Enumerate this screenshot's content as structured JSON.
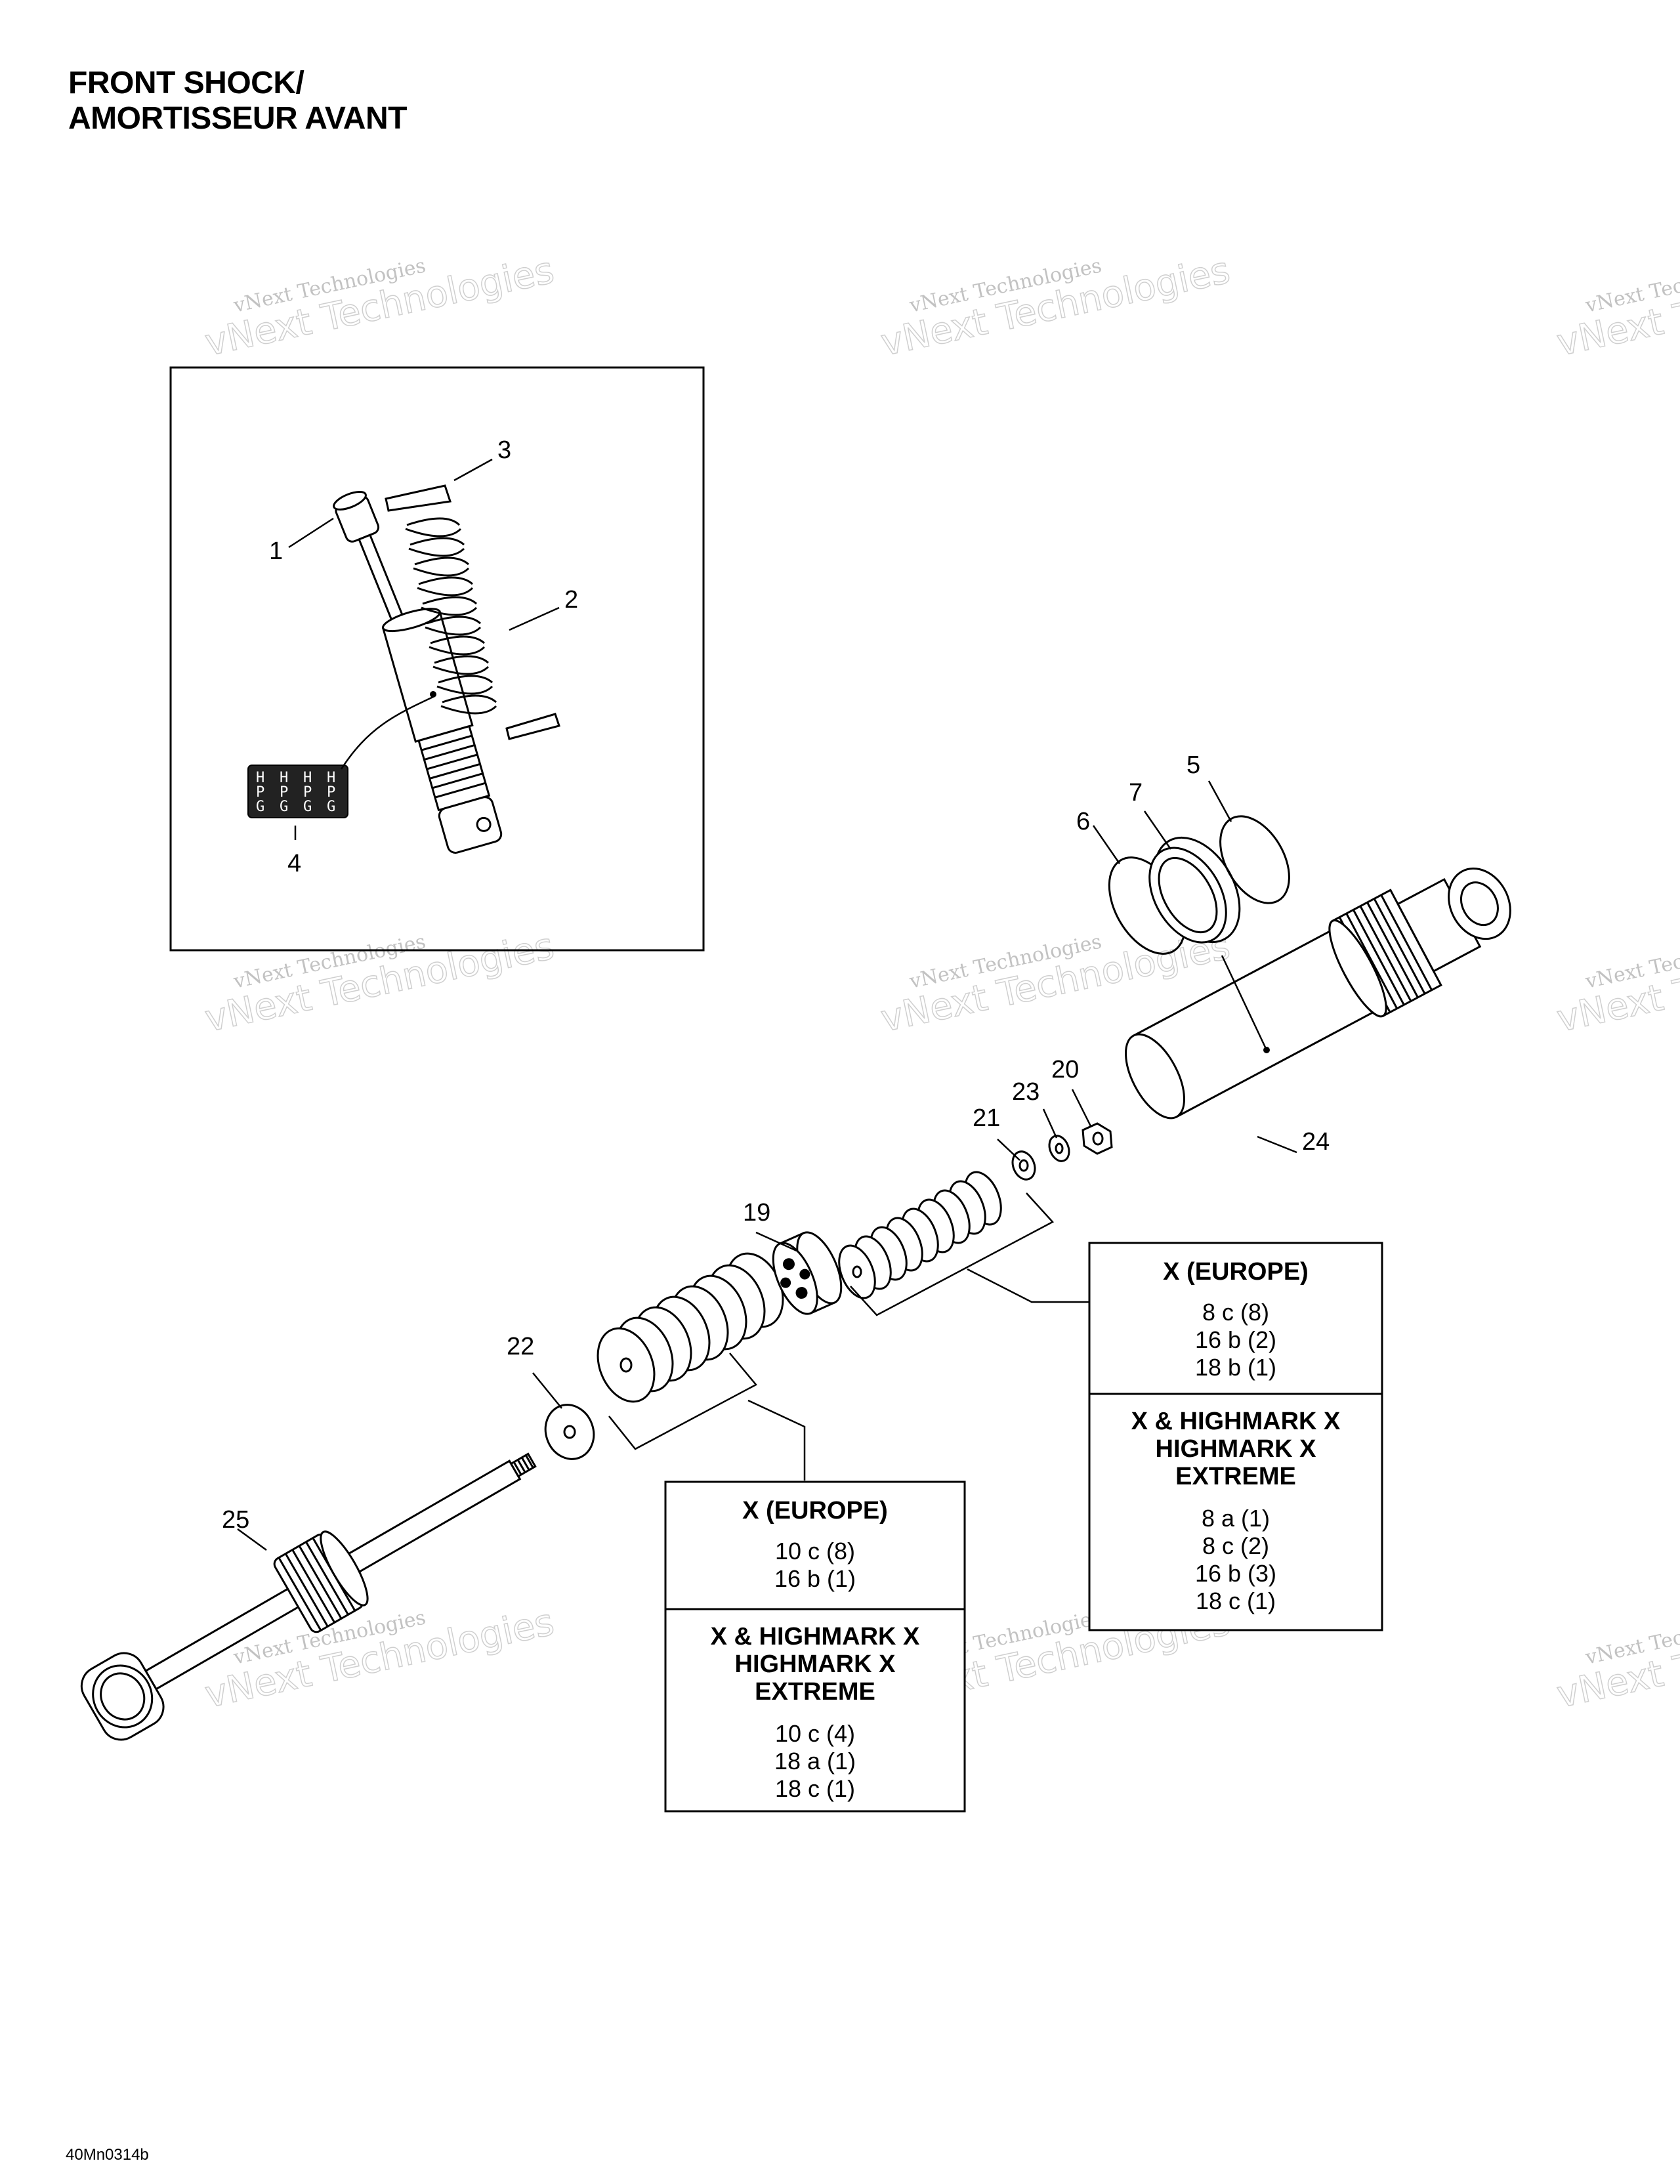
{
  "title": {
    "line1": "FRONT SHOCK/",
    "line2": "AMORTISSEUR AVANT"
  },
  "figure_code": "40Mn0314b",
  "watermark": {
    "line1": "vNext Technologies",
    "line2": "vNext Technologies"
  },
  "callouts": {
    "c1": "1",
    "c2": "2",
    "c3": "3",
    "c4": "4",
    "c5": "5",
    "c6": "6",
    "c7": "7",
    "c19": "19",
    "c20": "20",
    "c21": "21",
    "c22": "22",
    "c23": "23",
    "c24": "24",
    "c25": "25"
  },
  "label_chips": [
    "H",
    "P",
    "G",
    "H",
    "P",
    "G",
    "H",
    "P",
    "G",
    "H",
    "P",
    "G"
  ],
  "table_upper": {
    "sec1_header": "X (EUROPE)",
    "sec1_rows": [
      "8 c (8)",
      "16 b (2)",
      "18 b (1)"
    ],
    "sec2_header": [
      "X & HIGHMARK X",
      "HIGHMARK X",
      "EXTREME"
    ],
    "sec2_rows": [
      "8 a (1)",
      "8 c (2)",
      "16 b (3)",
      "18 c (1)"
    ]
  },
  "table_lower": {
    "sec1_header": "X (EUROPE)",
    "sec1_rows": [
      "10 c (8)",
      "16 b (1)"
    ],
    "sec2_header": [
      "X & HIGHMARK X",
      "HIGHMARK X",
      "EXTREME"
    ],
    "sec2_rows": [
      "10 c (4)",
      "18 a (1)",
      "18 c (1)"
    ]
  }
}
